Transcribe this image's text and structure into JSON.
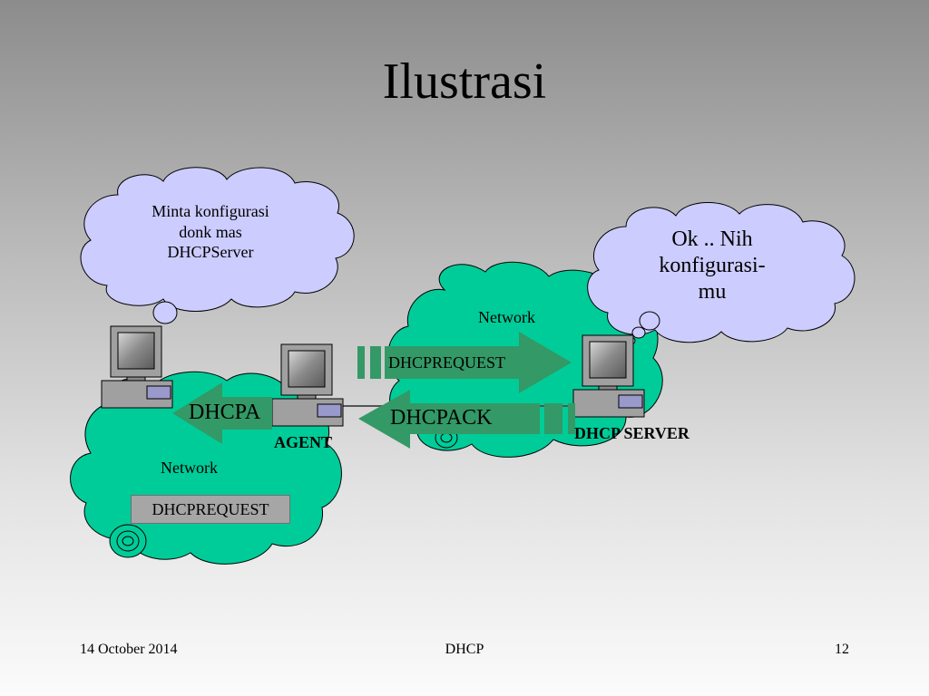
{
  "slide": {
    "title": "Ilustrasi",
    "footer": {
      "date": "14 October 2014",
      "topic": "DHCP",
      "page_number": "12"
    }
  },
  "diagram": {
    "left_bubble": {
      "line1": "Minta konfigurasi",
      "line2": "donk  mas",
      "line3": "DHCPServer"
    },
    "right_bubble": {
      "line1": "Ok .. Nih",
      "line2": "konfigurasi-",
      "line3": "mu"
    },
    "networks": {
      "left_label": "Network",
      "right_label": "Network"
    },
    "nodes": {
      "agent_label": "AGENT",
      "server_label": "DHCP SERVER"
    },
    "messages": {
      "request_arrow": "DHCPREQUEST",
      "ack_arrow": "DHCPACK",
      "ack_arrow_left": "DHCPA",
      "request_box": "DHCPREQUEST"
    },
    "colors": {
      "cloud_fill": "#00cc99",
      "bubble_fill": "#ccccff",
      "arrow_fill": "#339966",
      "request_box_fill": "#a6a6a6"
    }
  }
}
